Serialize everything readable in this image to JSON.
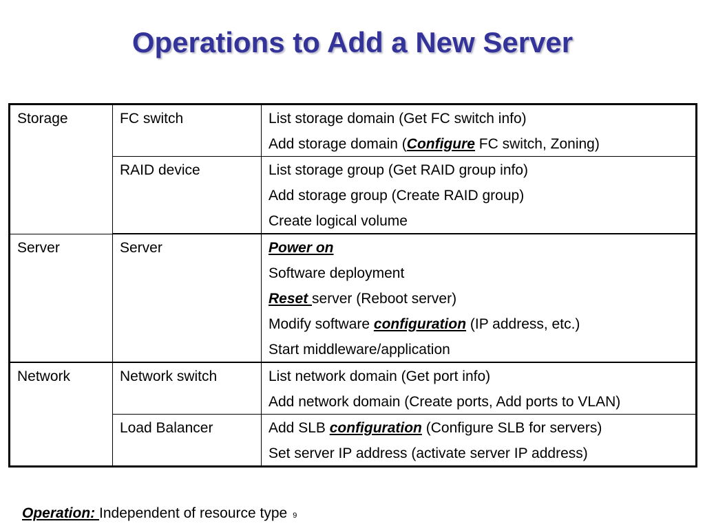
{
  "slide": {
    "title": "Operations to Add a New Server",
    "page_number": "9"
  },
  "table": {
    "rows": [
      {
        "category": "Storage",
        "resource": "FC switch",
        "ops": [
          [
            {
              "t": "List storage domain (Get FC switch info)"
            }
          ],
          [
            {
              "t": "Add storage domain ("
            },
            {
              "t": "Configure",
              "kw": true
            },
            {
              "t": " FC switch, Zoning)"
            }
          ]
        ]
      },
      {
        "category": "",
        "resource": "RAID device",
        "ops": [
          [
            {
              "t": "List storage group (Get RAID group info)"
            }
          ],
          [
            {
              "t": "Add storage group (Create RAID group)"
            }
          ],
          [
            {
              "t": "Create logical volume"
            }
          ]
        ]
      },
      {
        "category": "Server",
        "resource": "Server",
        "ops": [
          [
            {
              "t": "Power on",
              "kw": true
            }
          ],
          [
            {
              "t": "Software deployment"
            }
          ],
          [
            {
              "t": "Reset ",
              "kw": true
            },
            {
              "t": "server (Reboot server)"
            }
          ],
          [
            {
              "t": "Modify software "
            },
            {
              "t": "configuration",
              "kw": true
            },
            {
              "t": " (IP address, etc.)"
            }
          ],
          [
            {
              "t": "Start middleware/application"
            }
          ]
        ]
      },
      {
        "category": "Network",
        "resource": "Network switch",
        "ops": [
          [
            {
              "t": "List network domain (Get port info)"
            }
          ],
          [
            {
              "t": "Add network domain (Create ports, Add ports to VLAN)"
            }
          ]
        ]
      },
      {
        "category": "",
        "resource": "Load Balancer",
        "ops": [
          [
            {
              "t": "Add SLB "
            },
            {
              "t": "configuration",
              "kw": true
            },
            {
              "t": " (Configure SLB for servers)"
            }
          ],
          [
            {
              "t": "Set server IP address (activate server IP address)"
            }
          ]
        ]
      }
    ]
  },
  "footer": {
    "label": "Operation: ",
    "text": "Independent of resource type"
  }
}
